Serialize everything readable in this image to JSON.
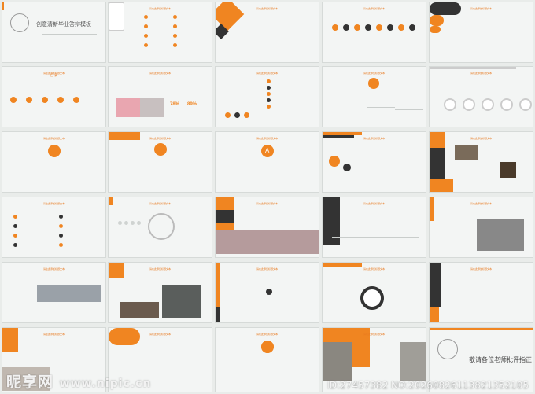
{
  "deck": {
    "cover_title": "创意清新毕业答辩模板",
    "closing_title": "敬请各位老师批评指正",
    "slide_header": "请在此添加标题文本",
    "toc_label": "目 录",
    "percent_a": "78%",
    "percent_b": "89%",
    "letter_a": "A"
  },
  "watermark": {
    "brand": "昵享网",
    "domain": "www.nipic.cn",
    "id_text": "ID:27457382 NO:20260826113821352105"
  },
  "colors": {
    "accent": "#f08521",
    "dark": "#333333",
    "background": "#e9ecea",
    "slide": "#f3f5f4"
  }
}
